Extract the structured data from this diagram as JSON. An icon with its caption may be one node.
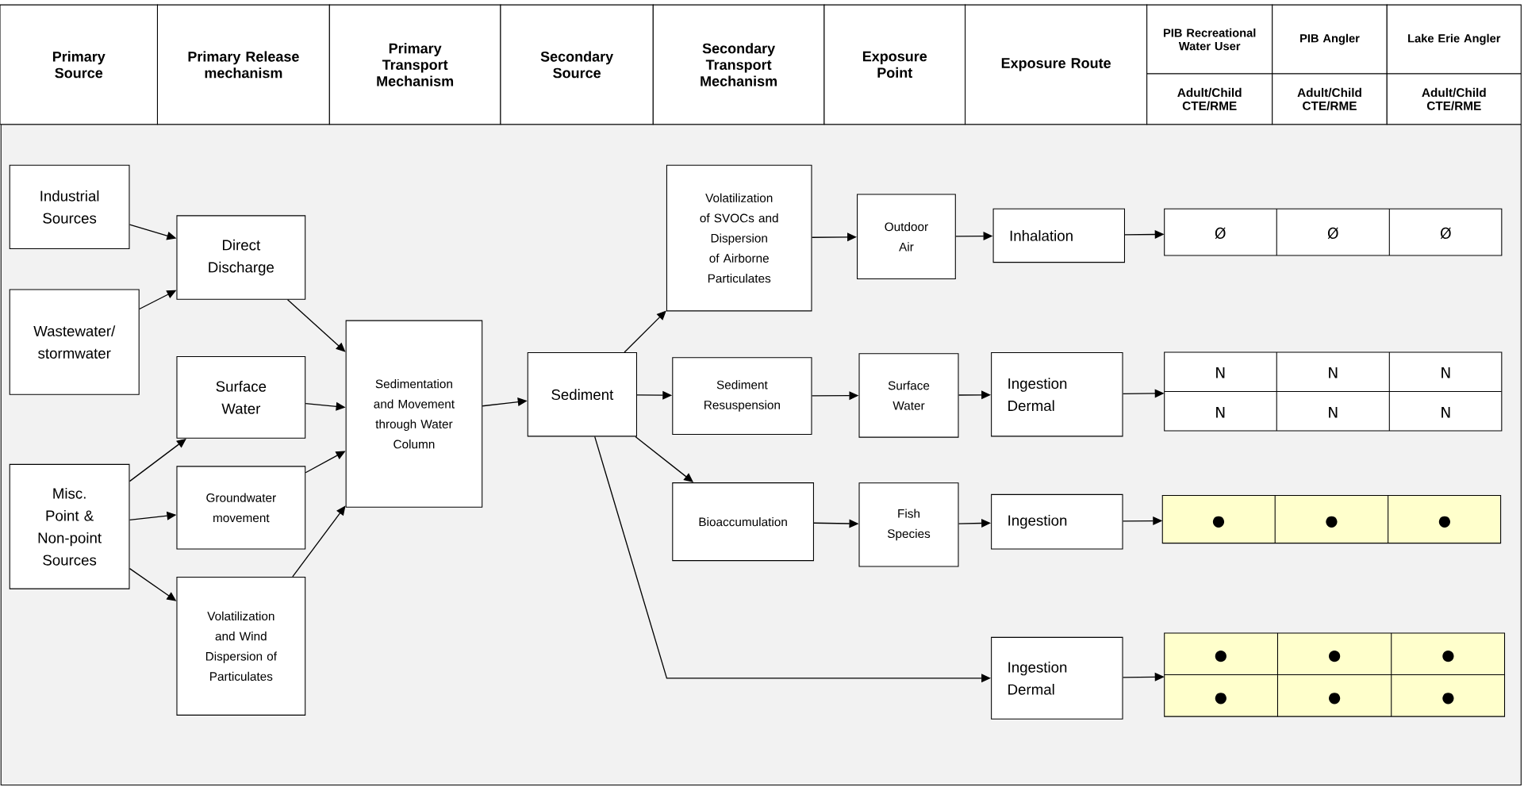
{
  "diagram": {
    "nodes": [
      {
        "text": [
          "Industrial Sources"
        ]
      },
      {
        "text": [
          "Wastewater/ stormwater"
        ]
      },
      {
        "text": [
          "Misc. Point & Non-point Sources"
        ]
      },
      {
        "text": [
          "Direct Discharge"
        ]
      },
      {
        "text": [
          "Surface Water"
        ]
      },
      {
        "text": [
          "Groundwater movement"
        ]
      },
      {
        "text": [
          "Volatilization and Wind Dispersion of Particulates"
        ]
      },
      {
        "text": [
          "Sedimentation and Movement through Water Column"
        ]
      },
      {
        "text": [
          "Sediment"
        ]
      },
      {
        "text": [
          "Volatilization of SVOCs and Dispersion of Airborne Particulates"
        ]
      },
      {
        "text": [
          "Sediment Resuspension"
        ]
      },
      {
        "text": [
          "Bioaccumulation"
        ]
      },
      {
        "text": [
          "Outdoor Air"
        ]
      },
      {
        "text": [
          "Surface Water"
        ]
      },
      {
        "text": [
          "Fish Species"
        ]
      },
      {
        "text": [
          "Inhalation"
        ]
      },
      {
        "text": [
          "Ingestion Dermal"
        ]
      },
      {
        "text": [
          "Ingestion"
        ]
      },
      {
        "text": [
          "Ingestion Dermal"
        ]
      },
      {
        "text": [
          "Ø",
          "Ø",
          "Ø"
        ]
      },
      {
        "text": [
          "N",
          "N",
          "N",
          "N",
          "N",
          "N"
        ]
      },
      {
        "text": [
          "●",
          "●",
          "●"
        ]
      },
      {
        "text": [
          "●",
          "●",
          "●",
          "●",
          "●",
          "●"
        ]
      }
    ],
    "edges": [
      {
        "from": 0,
        "to": 3,
        "arrow": "to"
      },
      {
        "from": 1,
        "to": 3,
        "arrow": "to"
      },
      {
        "from": 2,
        "to": 4,
        "arrow": "to"
      },
      {
        "from": 2,
        "to": 5,
        "arrow": "to"
      },
      {
        "from": 2,
        "to": 6,
        "arrow": "to"
      },
      {
        "from": 3,
        "to": 7,
        "arrow": "to"
      },
      {
        "from": 4,
        "to": 7,
        "arrow": "to"
      },
      {
        "from": 5,
        "to": 7,
        "arrow": "to"
      },
      {
        "from": 6,
        "to": 7,
        "arrow": "to"
      },
      {
        "from": 7,
        "to": 8,
        "arrow": "to"
      },
      {
        "from": 8,
        "to": 9,
        "arrow": "to"
      },
      {
        "from": 8,
        "to": 10,
        "arrow": "to"
      },
      {
        "from": 8,
        "to": 11,
        "arrow": "to"
      },
      {
        "from": 8,
        "to": 18,
        "arrow": "to"
      },
      {
        "from": 9,
        "to": 12,
        "arrow": "to"
      },
      {
        "from": 10,
        "to": 13,
        "arrow": "to"
      },
      {
        "from": 11,
        "to": 14,
        "arrow": "to"
      },
      {
        "from": 12,
        "to": 15,
        "arrow": "to"
      },
      {
        "from": 13,
        "to": 16,
        "arrow": "to"
      },
      {
        "from": 14,
        "to": 17,
        "arrow": "to"
      },
      {
        "from": 15,
        "to": 19,
        "arrow": "to"
      },
      {
        "from": 16,
        "to": 20,
        "arrow": "to"
      },
      {
        "from": 17,
        "to": 21,
        "arrow": "to"
      },
      {
        "from": 18,
        "to": 22,
        "arrow": "to"
      }
    ],
    "labels": [
      "Primary Source",
      "Primary Release mechanism",
      "Primary Transport Mechanism",
      "Secondary Source",
      "Secondary Transport Mechanism",
      "Exposure Point",
      "Exposure Route",
      "PIB Recreational Water User",
      "PIB Angler",
      "Lake Erie Angler",
      "Adult/Child CTE/RME",
      "Adult/Child CTE/RME",
      "Adult/Child CTE/RME"
    ]
  }
}
